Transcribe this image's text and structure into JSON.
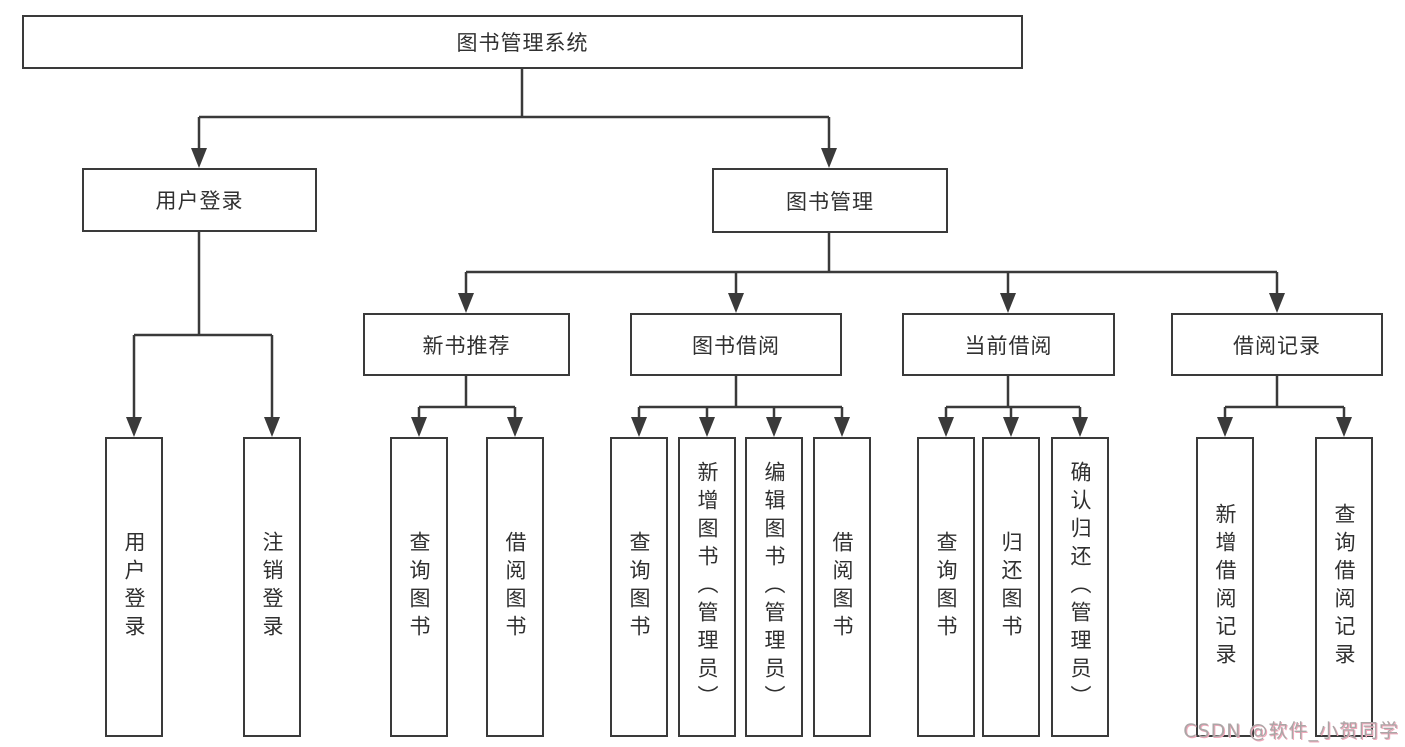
{
  "root": {
    "label": "图书管理系统"
  },
  "branches": [
    {
      "label": "用户登录",
      "children": [
        {
          "label": "用户登录"
        },
        {
          "label": "注销登录"
        }
      ]
    },
    {
      "label": "图书管理",
      "children": [
        {
          "label": "新书推荐",
          "children": [
            {
              "label": "查询图书"
            },
            {
              "label": "借阅图书"
            }
          ]
        },
        {
          "label": "图书借阅",
          "children": [
            {
              "label": "查询图书"
            },
            {
              "label": "新增图书（管理员）"
            },
            {
              "label": "编辑图书（管理员）"
            },
            {
              "label": "借阅图书"
            }
          ]
        },
        {
          "label": "当前借阅",
          "children": [
            {
              "label": "查询图书"
            },
            {
              "label": "归还图书"
            },
            {
              "label": "确认归还（管理员）"
            }
          ]
        },
        {
          "label": "借阅记录",
          "children": [
            {
              "label": "新增借阅记录"
            },
            {
              "label": "查询借阅记录"
            }
          ]
        }
      ]
    }
  ],
  "watermark": {
    "text": "CSDN @软件_小贺同学"
  },
  "colors": {
    "line": "#3a3a3a",
    "background": "#ffffff",
    "node_text": "#303030",
    "watermark_text": "#aba6a6",
    "watermark_shadow": "#f0a9bb"
  }
}
